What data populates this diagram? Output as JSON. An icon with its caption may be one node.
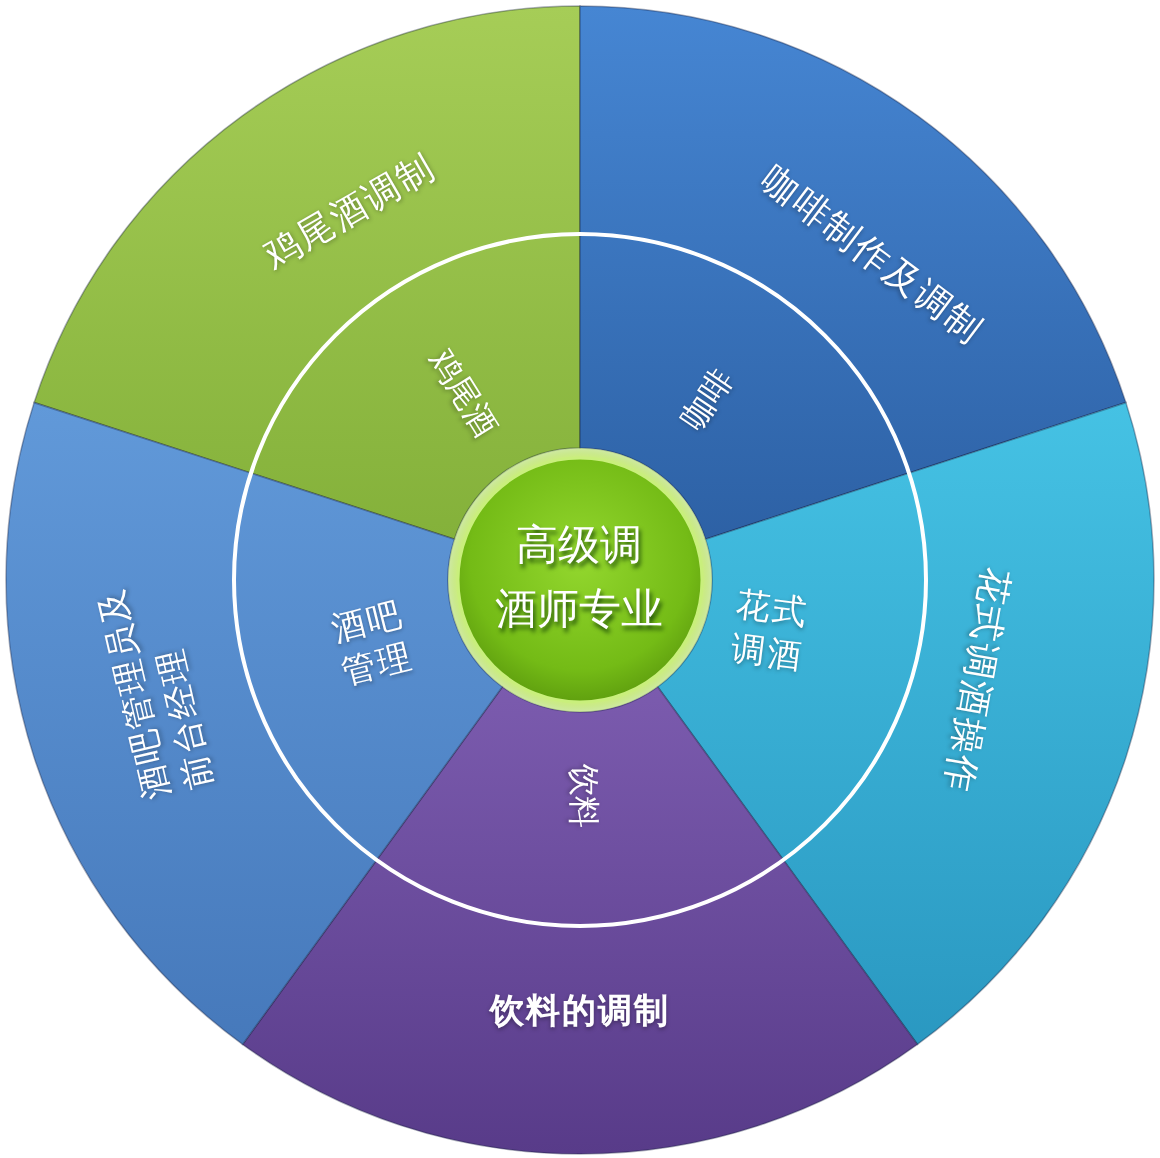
{
  "diagram": {
    "nodes": [
      {
        "text": [
          "高级调酒师专业"
        ]
      },
      {
        "text": [
          "鸡尾酒",
          "鸡尾酒调制"
        ]
      },
      {
        "text": [
          "咖啡",
          "咖啡制作及调制"
        ]
      },
      {
        "text": [
          "花式调酒",
          "花式调酒操作"
        ]
      },
      {
        "text": [
          "饮料",
          "饮料的调制"
        ]
      },
      {
        "text": [
          "酒吧管理",
          "酒吧管理员及前台经理"
        ]
      }
    ]
  }
}
